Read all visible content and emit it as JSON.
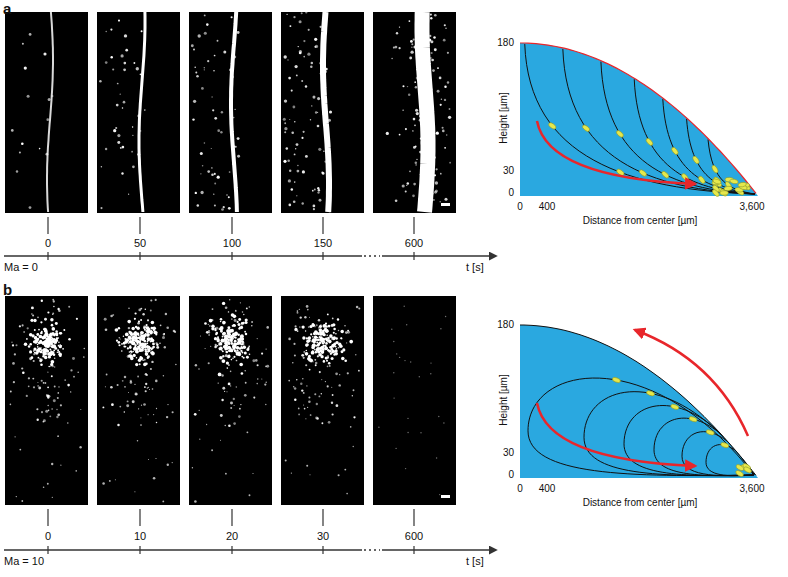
{
  "diagram": {
    "labels": [
      "a",
      "0",
      "50",
      "100",
      "150",
      "600",
      "Ma = 0",
      "t [s]",
      "180",
      "Height [µm]",
      "30",
      "0",
      "0",
      "400",
      "Distance from center [µm]",
      "3,600",
      "b",
      "0",
      "10",
      "20",
      "30",
      "600",
      "Ma = 10",
      "t [s]",
      "180",
      "Height [µm]",
      "30",
      "0",
      "0",
      "400",
      "Distance from center [µm]",
      "3,600"
    ]
  }
}
